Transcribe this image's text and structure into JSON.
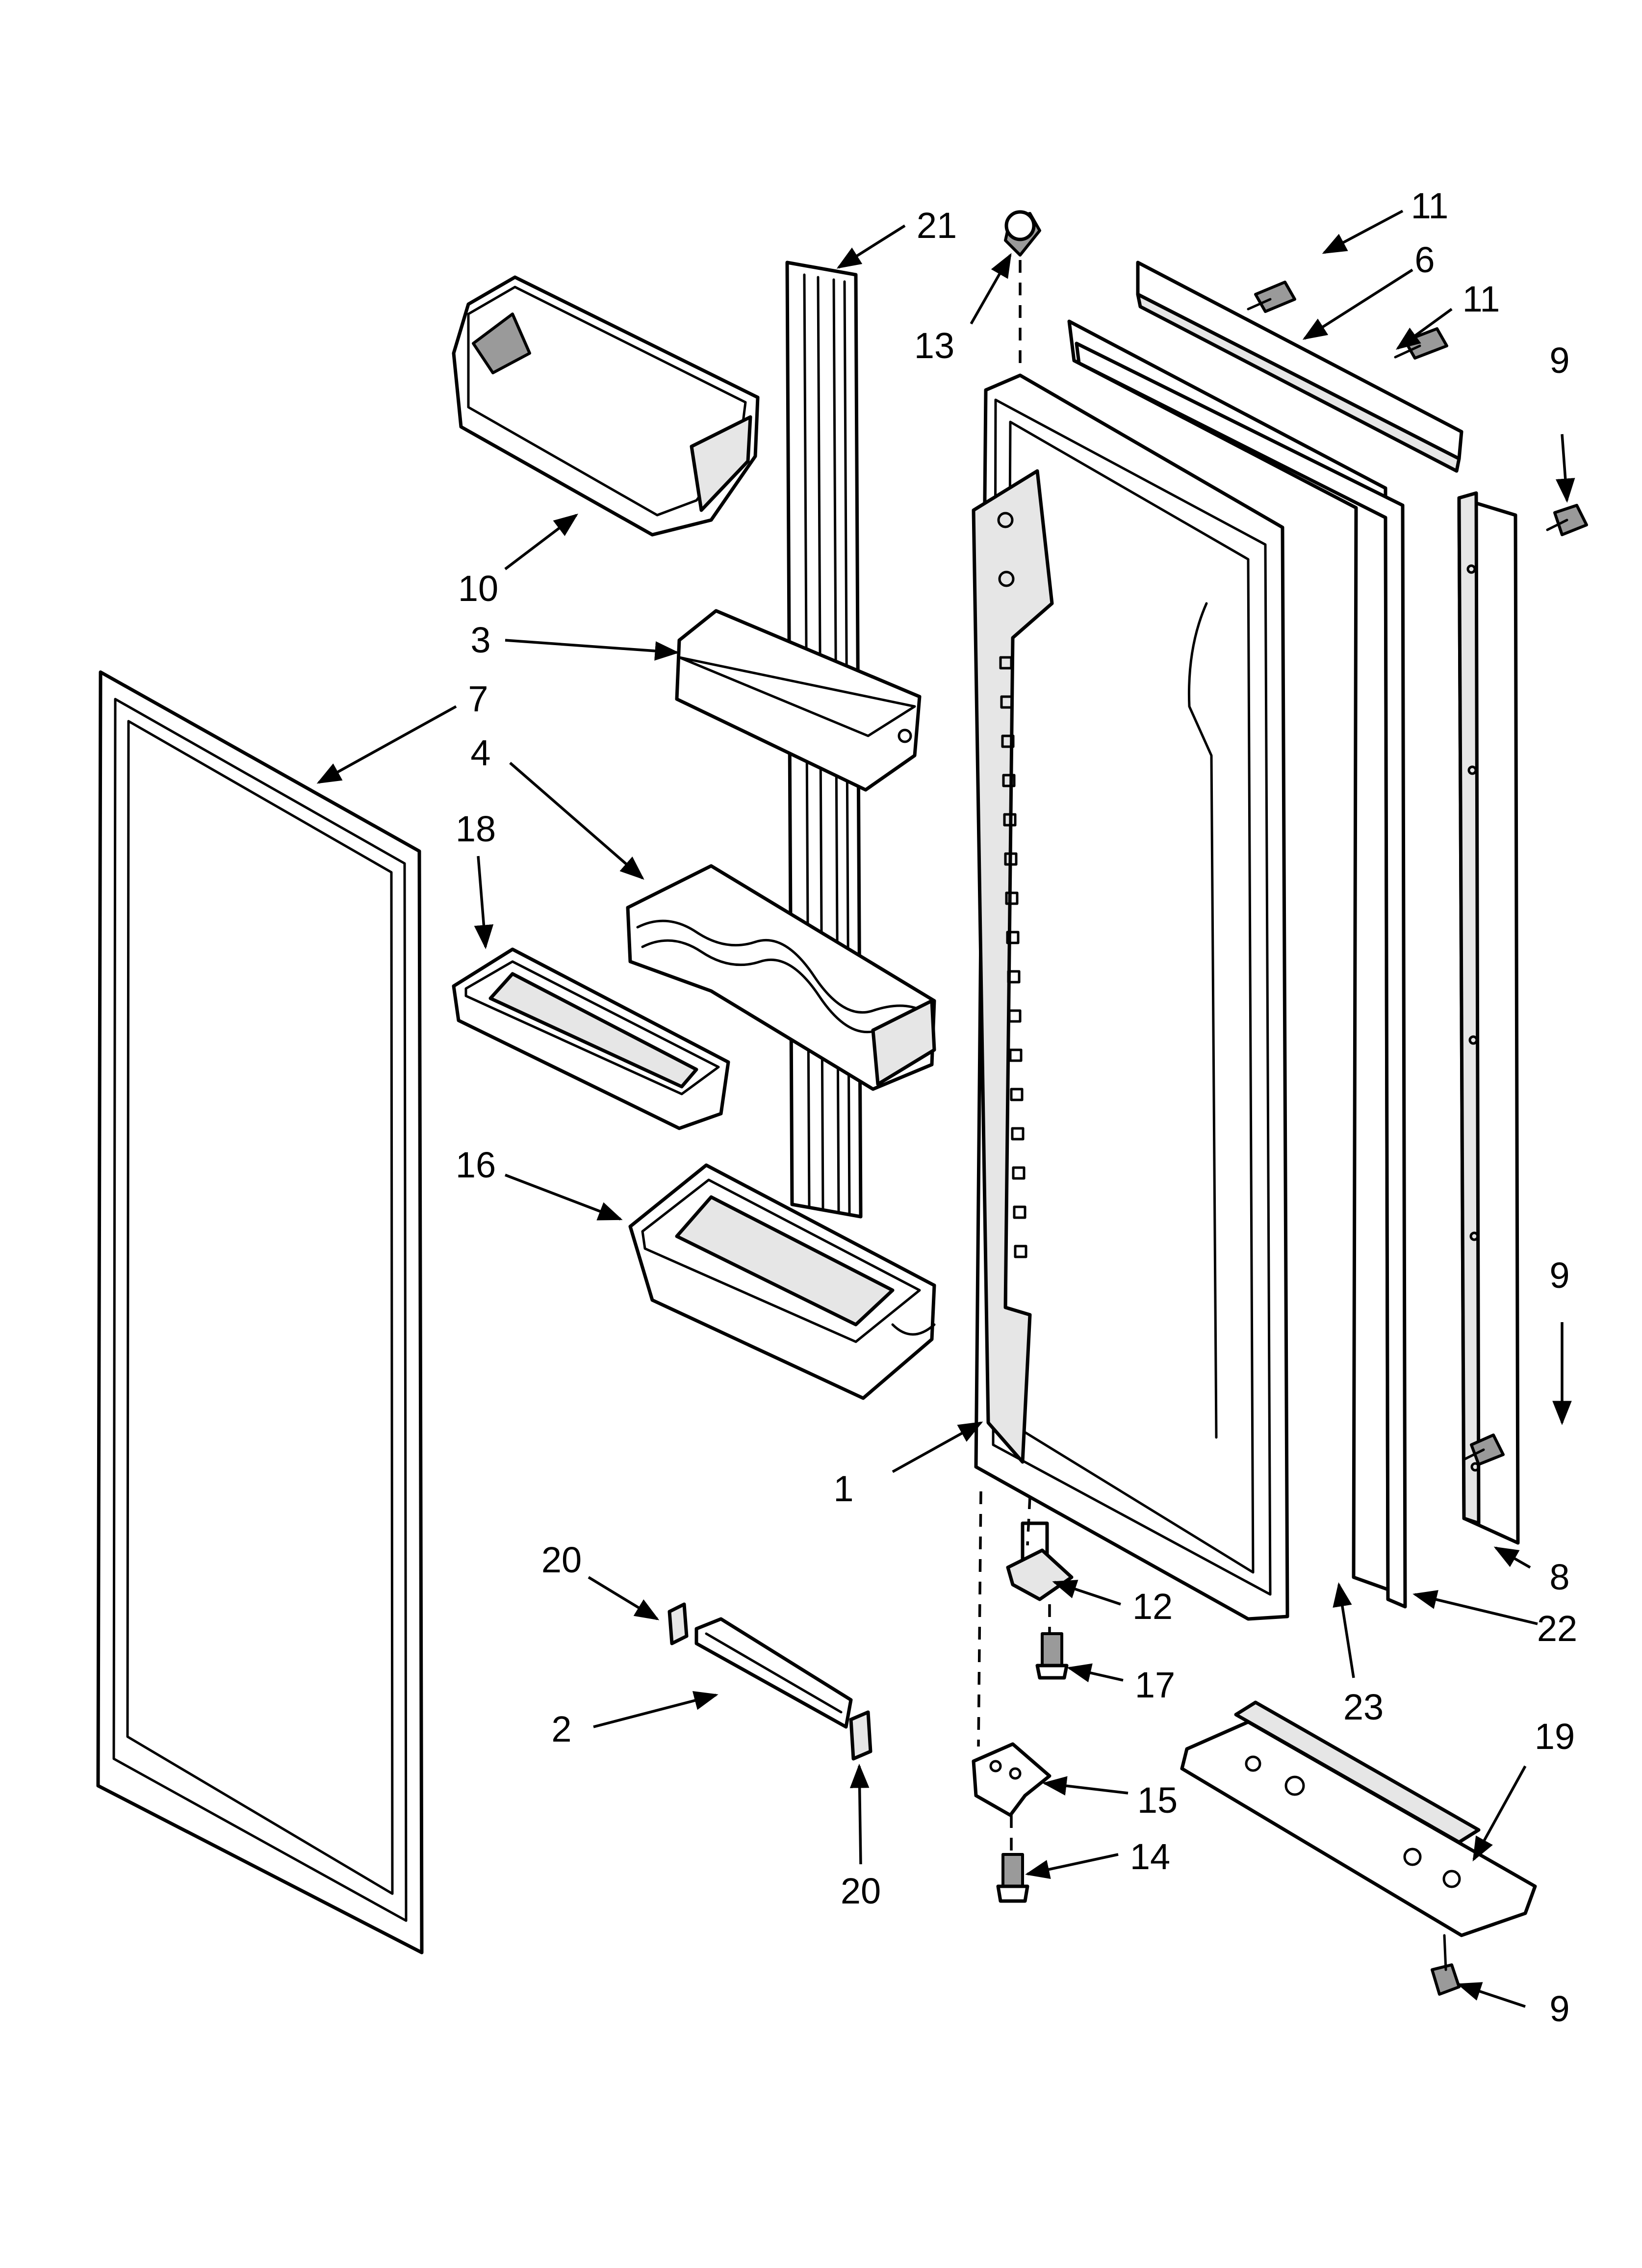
{
  "callouts": [
    {
      "id": "c1",
      "text": "1"
    },
    {
      "id": "c2",
      "text": "2"
    },
    {
      "id": "c3",
      "text": "3"
    },
    {
      "id": "c4",
      "text": "4"
    },
    {
      "id": "c6",
      "text": "6"
    },
    {
      "id": "c7",
      "text": "7"
    },
    {
      "id": "c8",
      "text": "8"
    },
    {
      "id": "c9a",
      "text": "9"
    },
    {
      "id": "c9b",
      "text": "9"
    },
    {
      "id": "c9c",
      "text": "9"
    },
    {
      "id": "c10",
      "text": "10"
    },
    {
      "id": "c11a",
      "text": "11"
    },
    {
      "id": "c11b",
      "text": "11"
    },
    {
      "id": "c12",
      "text": "12"
    },
    {
      "id": "c13",
      "text": "13"
    },
    {
      "id": "c14",
      "text": "14"
    },
    {
      "id": "c15",
      "text": "15"
    },
    {
      "id": "c16",
      "text": "16"
    },
    {
      "id": "c17",
      "text": "17"
    },
    {
      "id": "c18",
      "text": "18"
    },
    {
      "id": "c19",
      "text": "19"
    },
    {
      "id": "c20a",
      "text": "20"
    },
    {
      "id": "c20b",
      "text": "20"
    },
    {
      "id": "c21",
      "text": "21"
    },
    {
      "id": "c22",
      "text": "22"
    },
    {
      "id": "c23",
      "text": "23"
    }
  ]
}
